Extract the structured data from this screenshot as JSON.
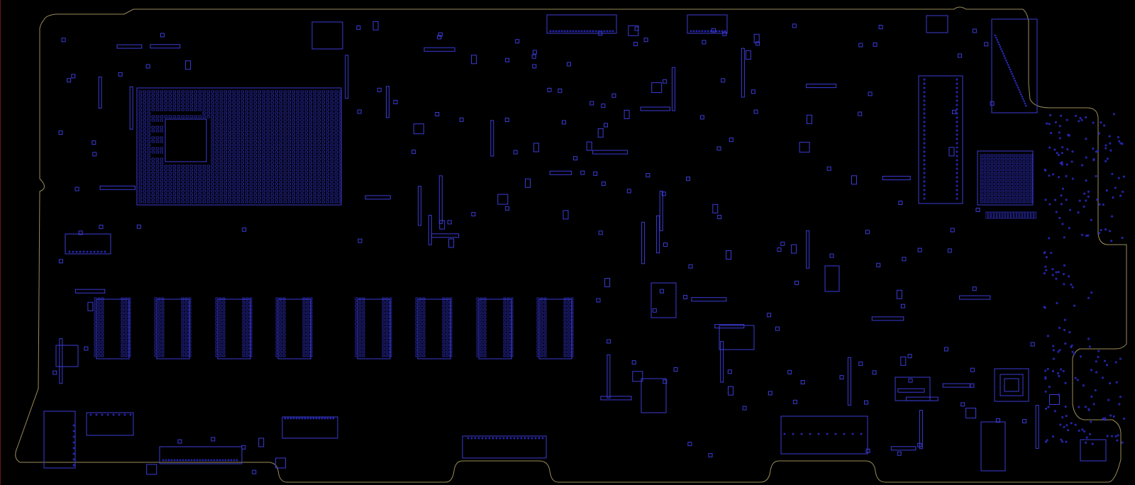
{
  "view": {
    "background": "#000000",
    "outline_color": "#9a8d5a",
    "part_color": "#3b3bd6",
    "pin_color": "#2f2fc0"
  },
  "board": {
    "pcb_outline": {
      "icon": "board-outline"
    },
    "cpu_package": {
      "icon": "bga-grid"
    },
    "memory_chips": {
      "count": 8,
      "icon": "memory-chip"
    },
    "gpu_bga": {
      "icon": "bga-grid"
    },
    "component_icon": "smd-component"
  }
}
